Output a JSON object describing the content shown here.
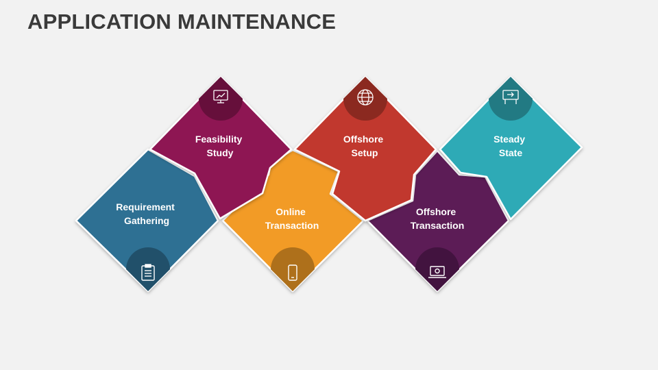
{
  "title": "APPLICATION MAINTENANCE",
  "steps": [
    {
      "lines": [
        "Requirement",
        "Gathering"
      ],
      "color": "#2e6f93",
      "icon": "clipboard-list-icon"
    },
    {
      "lines": [
        "Feasibility",
        "Study"
      ],
      "color": "#8e1552",
      "icon": "monitor-chart-icon"
    },
    {
      "lines": [
        "Online",
        "Transaction"
      ],
      "color": "#f29b26",
      "icon": "smartphone-icon"
    },
    {
      "lines": [
        "Offshore",
        "Setup"
      ],
      "color": "#c1392d",
      "icon": "globe-icon"
    },
    {
      "lines": [
        "Offshore",
        "Transaction"
      ],
      "color": "#5c1a57",
      "icon": "laptop-check-icon"
    },
    {
      "lines": [
        "Steady",
        "State"
      ],
      "color": "#2faab6",
      "icon": "presentation-board-icon"
    }
  ]
}
